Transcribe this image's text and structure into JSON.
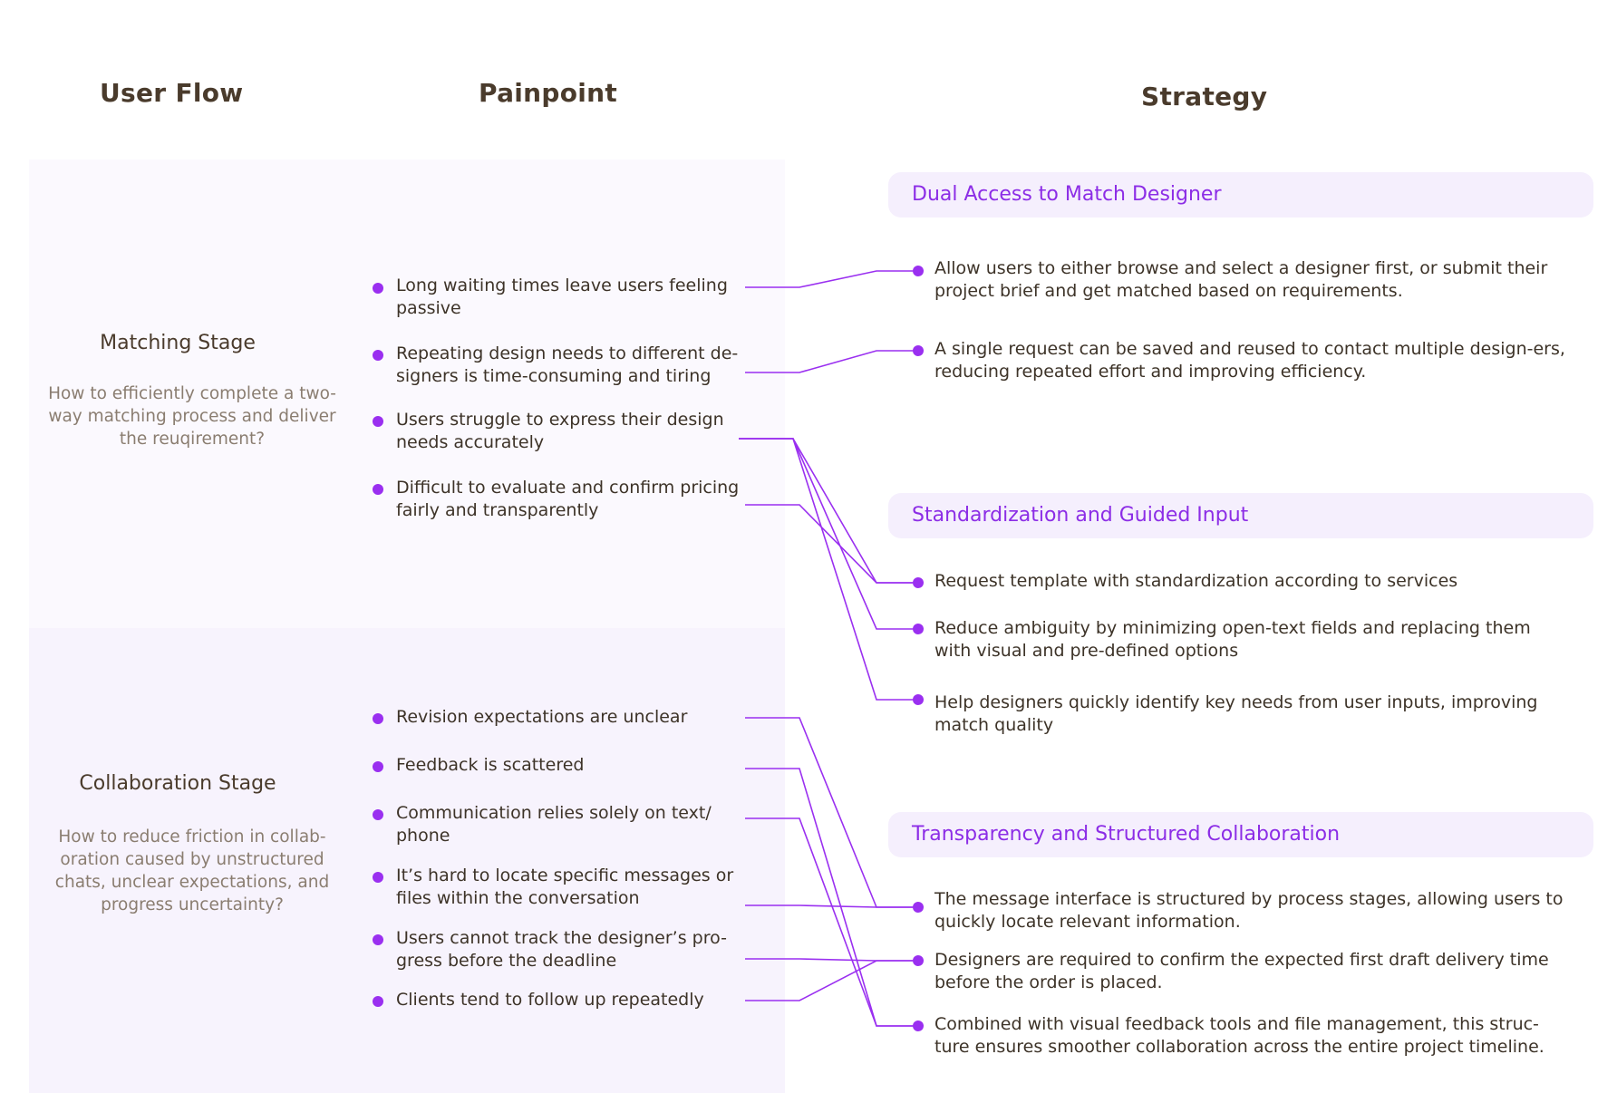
{
  "headers": {
    "user_flow": "User Flow",
    "painpoint": "Painpoint",
    "strategy": "Strategy"
  },
  "stages": {
    "matching": {
      "title": "Matching Stage",
      "question": "How to efficiently complete a two-way matching process and deliver the reuqirement?"
    },
    "collaboration": {
      "title": "Collaboration Stage",
      "question": "How to reduce friction in collab-oration caused by unstructured chats, unclear expectations, and progress uncertainty?"
    }
  },
  "painpoints": {
    "p0": "Long waiting times leave users feeling passive",
    "p1": "Repeating design needs to different de-signers is time-consuming and tiring",
    "p2": "Users struggle to express their design needs accurately",
    "p3": "Difficult to evaluate and confirm pricing fairly and transparently",
    "p4": "Revision expectations are unclear",
    "p5": "Feedback is scattered",
    "p6": "Communication relies solely on text/ phone",
    "p7": "It’s hard to locate specific messages or files within the conversation",
    "p8": "Users cannot track the designer’s pro-gress before the deadline",
    "p9": "Clients tend to follow up repeatedly"
  },
  "strategy_groups": {
    "g0": "Dual Access to Match Designer",
    "g1": "Standardization and Guided Input",
    "g2": "Transparency and Structured Collaboration"
  },
  "strategies": {
    "s0": "Allow users to either browse and select a designer first, or submit their project brief and get matched based on requirements.",
    "s1": "A single request can be saved and reused to contact multiple design-ers, reducing repeated effort and improving efficiency.",
    "s2": "Request template with standardization according to services",
    "s3": "Reduce ambiguity by minimizing open-text fields and replacing them with visual and pre-defined options",
    "s4": "Help designers quickly identify key needs from user inputs, improving match quality",
    "s5": "The message interface is structured by process stages, allowing users to quickly locate relevant information.",
    "s6": "Designers are required to confirm the expected first draft delivery time before the order is placed.",
    "s7": "Combined with visual feedback tools and file management, this struc-ture ensures smoother collaboration across the entire project timeline."
  },
  "links": [
    [
      "p0",
      "s0"
    ],
    [
      "p1",
      "s1"
    ],
    [
      "p2",
      "s2"
    ],
    [
      "p2",
      "s3"
    ],
    [
      "p2",
      "s4"
    ],
    [
      "p3",
      "s2"
    ],
    [
      "p4",
      "s5"
    ],
    [
      "p5",
      "s7"
    ],
    [
      "p6",
      "s7"
    ],
    [
      "p7",
      "s5"
    ],
    [
      "p8",
      "s6"
    ],
    [
      "p9",
      "s6"
    ]
  ],
  "colors": {
    "accent": "#9a2ff0",
    "heading": "#4a3b2c",
    "panel_top": "#fbf9fe",
    "panel_bottom": "#f7f3fd",
    "chip_bg": "#f5effd"
  }
}
